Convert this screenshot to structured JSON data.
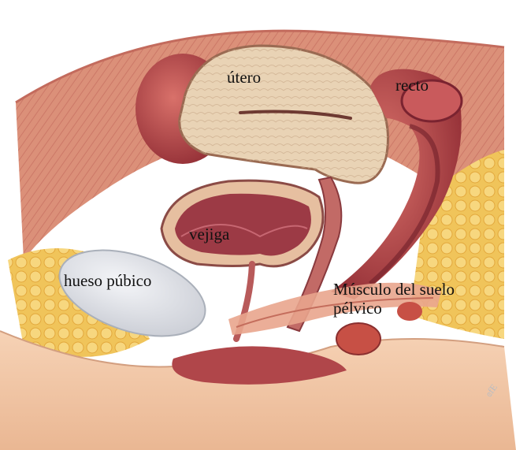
{
  "labels": {
    "utero": "útero",
    "recto": "recto",
    "vejiga": "vejiga",
    "hueso_pubico": "hueso púbico",
    "musculo_line1": "Músculo del suelo",
    "musculo_line2": "pélvico",
    "signature": "ɞfE"
  },
  "colors": {
    "background": "#ffffff",
    "skin": "#f2c7a6",
    "muscle": "#d98a72",
    "muscle_dark": "#a84a44",
    "uterus_tissue": "#e9d3b5",
    "organ_red": "#b23c3f",
    "fat_yellow": "#f0c45a",
    "bone": "#dfe2e8",
    "mucosa": "#9c3a45"
  }
}
